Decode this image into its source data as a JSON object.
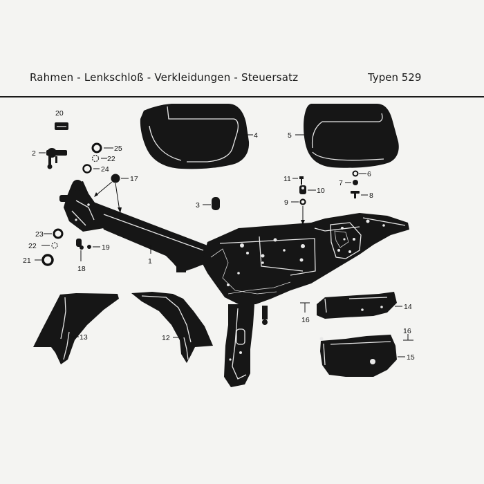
{
  "header": {
    "title": "Rahmen - Lenkschloß - Verkleidungen - Steuersatz",
    "types": "Typen 529"
  },
  "callouts": {
    "c1": "1",
    "c2": "2",
    "c3": "3",
    "c4": "4",
    "c5": "5",
    "c6": "6",
    "c7": "7",
    "c8": "8",
    "c9": "9",
    "c10": "10",
    "c11": "11",
    "c12": "12",
    "c13": "13",
    "c14": "14",
    "c15": "15",
    "c16a": "16",
    "c16b": "16",
    "c17": "17",
    "c18": "18",
    "c19": "19",
    "c20": "20",
    "c21": "21",
    "c22a": "22",
    "c22b": "22",
    "c23": "23",
    "c24": "24",
    "c25": "25"
  }
}
